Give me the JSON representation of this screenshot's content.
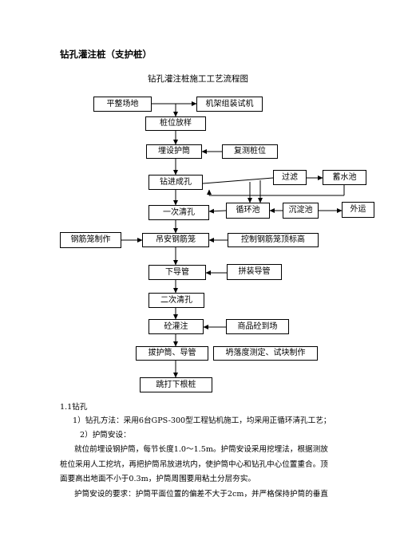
{
  "heading": "钻孔灌注桩（支护桩）",
  "flowchart": {
    "title": "钻孔灌注桩施工工艺流程图",
    "nodes": {
      "level_site": "平整场地",
      "rig_assembly": "机架组装试机",
      "pile_layout": "桩位放样",
      "bury_casing": "埋设护筒",
      "recheck_position": "复测桩位",
      "drill_hole": "钻进成孔",
      "filter": "过滤",
      "water_tank": "蓄水池",
      "first_cleaning": "一次清孔",
      "circulation_pool": "循环池",
      "settling_pool": "沉淀池",
      "haul_away": "外运",
      "cage_fabrication": "钢筋笼制作",
      "install_cage": "吊安钢筋笼",
      "control_cage_elevation": "控制钢筋笼顶标高",
      "lower_tremie": "下导管",
      "assemble_tremie": "拼装导管",
      "second_cleaning": "二次清孔",
      "pour_concrete": "砼灌注",
      "concrete_arrival": "商品砼到场",
      "pull_casing": "拔护筒、导管",
      "slump_test": "坍落度测定、试块制作",
      "next_pile": "跳打下根桩"
    }
  },
  "body": {
    "section": "1.1钻孔",
    "line1": "1）钻孔方法：采用6台GPS-300型工程钻机施工，均采用正循环清孔工艺；",
    "line2": "2）护筒安设：",
    "para1_line1": "就位前埋设钢护筒，每节长度1.0～1.5m。护筒安设采用挖埋法，根据测放",
    "para1_line2": "桩位采用人工挖坑，再把护筒吊放进坑内，使护筒中心和钻孔中心位置重合。顶",
    "para1_line3": "面要高出地面不小于0.3m，护筒周围要用粘土分层夯实。",
    "para2_line1": "护筒安设的要求：护筒平面位置的偏差不大于2cm，并严格保持护筒的垂直"
  }
}
